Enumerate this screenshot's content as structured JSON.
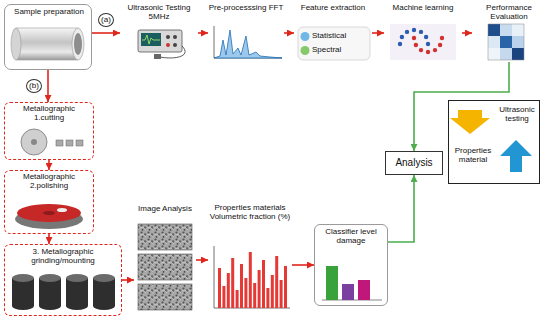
{
  "diagram": {
    "nodes": [
      {
        "text": [
          "Sample preparation"
        ]
      },
      {
        "text": [
          "Ultrasonic Testing 5MHz"
        ]
      },
      {
        "text": [
          "Pre-processsing FFT"
        ]
      },
      {
        "text": [
          "Feature extraction",
          "Statistical",
          "Spectral"
        ]
      },
      {
        "text": [
          "Machine learning"
        ]
      },
      {
        "text": [
          "Performance Evaluation"
        ]
      },
      {
        "text": [
          "Metallographic 1.cutting"
        ]
      },
      {
        "text": [
          "Metallographic 2.polishing"
        ]
      },
      {
        "text": [
          "3. Metallographic grinding/mounting"
        ]
      },
      {
        "text": [
          "Image Analysis"
        ]
      },
      {
        "text": [
          "Properties materials Volumetric fraction (%)"
        ]
      },
      {
        "text": [
          "Classifier level damage"
        ]
      },
      {
        "text": [
          "Analysis"
        ]
      },
      {
        "text": [
          "Ultrasonic testing",
          "Properties material"
        ]
      }
    ],
    "edges": [
      {
        "from": 0,
        "to": 1,
        "arrow": "to",
        "label": "(a)"
      },
      {
        "from": 1,
        "to": 2,
        "arrow": "to"
      },
      {
        "from": 2,
        "to": 3,
        "arrow": "to"
      },
      {
        "from": 3,
        "to": 4,
        "arrow": "to"
      },
      {
        "from": 4,
        "to": 5,
        "arrow": "to"
      },
      {
        "from": 0,
        "to": 6,
        "arrow": "to",
        "label": "(b)"
      },
      {
        "from": 6,
        "to": 7,
        "arrow": "to"
      },
      {
        "from": 7,
        "to": 8,
        "arrow": "to"
      },
      {
        "from": 8,
        "to": 9,
        "arrow": "to"
      },
      {
        "from": 9,
        "to": 10,
        "arrow": "to"
      },
      {
        "from": 10,
        "to": 11,
        "arrow": "to"
      },
      {
        "from": 5,
        "to": 12,
        "arrow": "to"
      },
      {
        "from": 11,
        "to": 12,
        "arrow": "to"
      }
    ]
  }
}
